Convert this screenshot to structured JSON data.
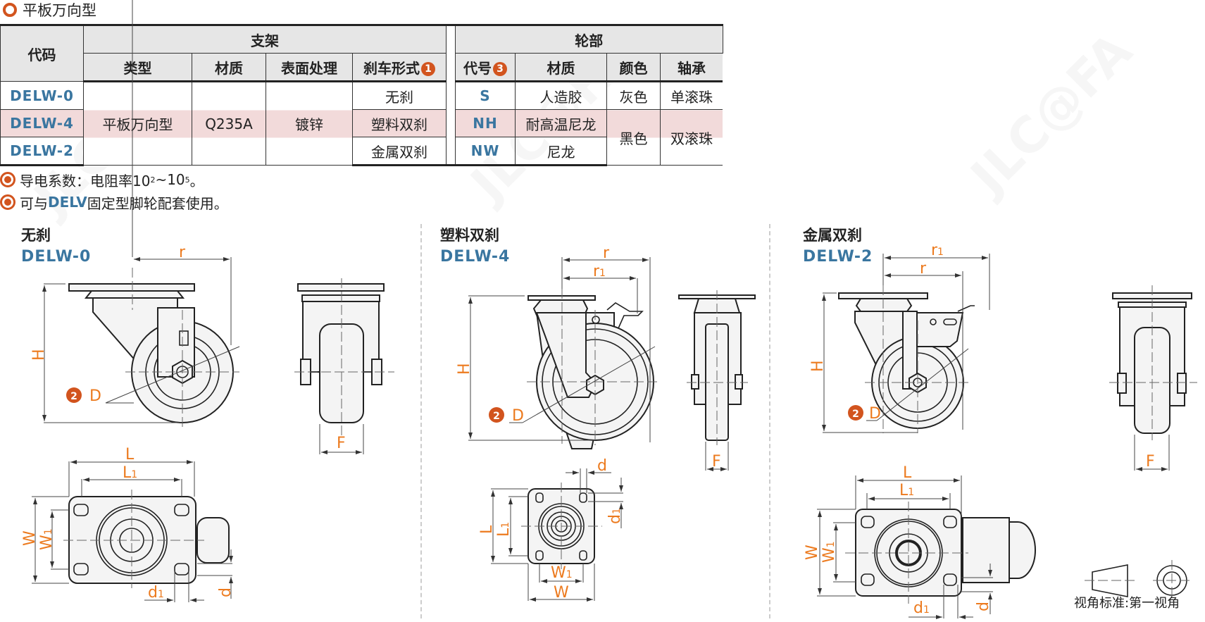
{
  "title": "平板万向型",
  "table": {
    "col_code": "代码",
    "group_bracket": "支架",
    "group_wheel": "轮部",
    "bracket_cols": [
      "类型",
      "材质",
      "表面处理",
      "刹车形式"
    ],
    "brake_badge": "1",
    "wheel_cols": [
      "代号",
      "材质",
      "颜色",
      "轴承"
    ],
    "wheel_code_badge": "3",
    "rows": [
      {
        "code": "DELW-0",
        "brake": "无刹",
        "wheel_code": "S",
        "wheel_material": "人造胶"
      },
      {
        "code": "DELW-4",
        "brake": "塑料双刹",
        "wheel_code": "NH",
        "wheel_material": "耐高温尼龙"
      },
      {
        "code": "DELW-2",
        "brake": "金属双刹",
        "wheel_code": "NW",
        "wheel_material": "尼龙"
      }
    ],
    "merged": {
      "type": "平板万向型",
      "material": "Q235A",
      "surface": "镀锌",
      "color_gray": "灰色",
      "color_black": "黑色",
      "bearing_single": "单滚珠",
      "bearing_double": "双滚珠"
    }
  },
  "notes": {
    "note1_prefix": "导电系数：电阻率10",
    "note1_exp1": "2",
    "note1_mid": "~10",
    "note1_exp2": "5",
    "note1_suffix": "。",
    "note2_prefix": "可与",
    "note2_highlight": "DELV",
    "note2_suffix": "固定型脚轮配套使用。"
  },
  "sections": [
    {
      "title": "无刹",
      "code": "DELW-0"
    },
    {
      "title": "塑料双刹",
      "code": "DELW-4"
    },
    {
      "title": "金属双刹",
      "code": "DELW-2"
    }
  ],
  "dims": {
    "r": "r",
    "r1": "r1",
    "H": "H",
    "D": "D",
    "F": "F",
    "L": "L",
    "L1": "L1",
    "W": "W",
    "W1": "W1",
    "d": "d",
    "d1": "d1",
    "D_badge": "2"
  },
  "footer": "视角标准:第一视角",
  "colors": {
    "accent": "#d2541e",
    "code_blue": "#3a76a0",
    "dim_orange": "#ec7a1e",
    "row_highlight": "#f2dada",
    "header_bg": "#e6e6e6"
  }
}
